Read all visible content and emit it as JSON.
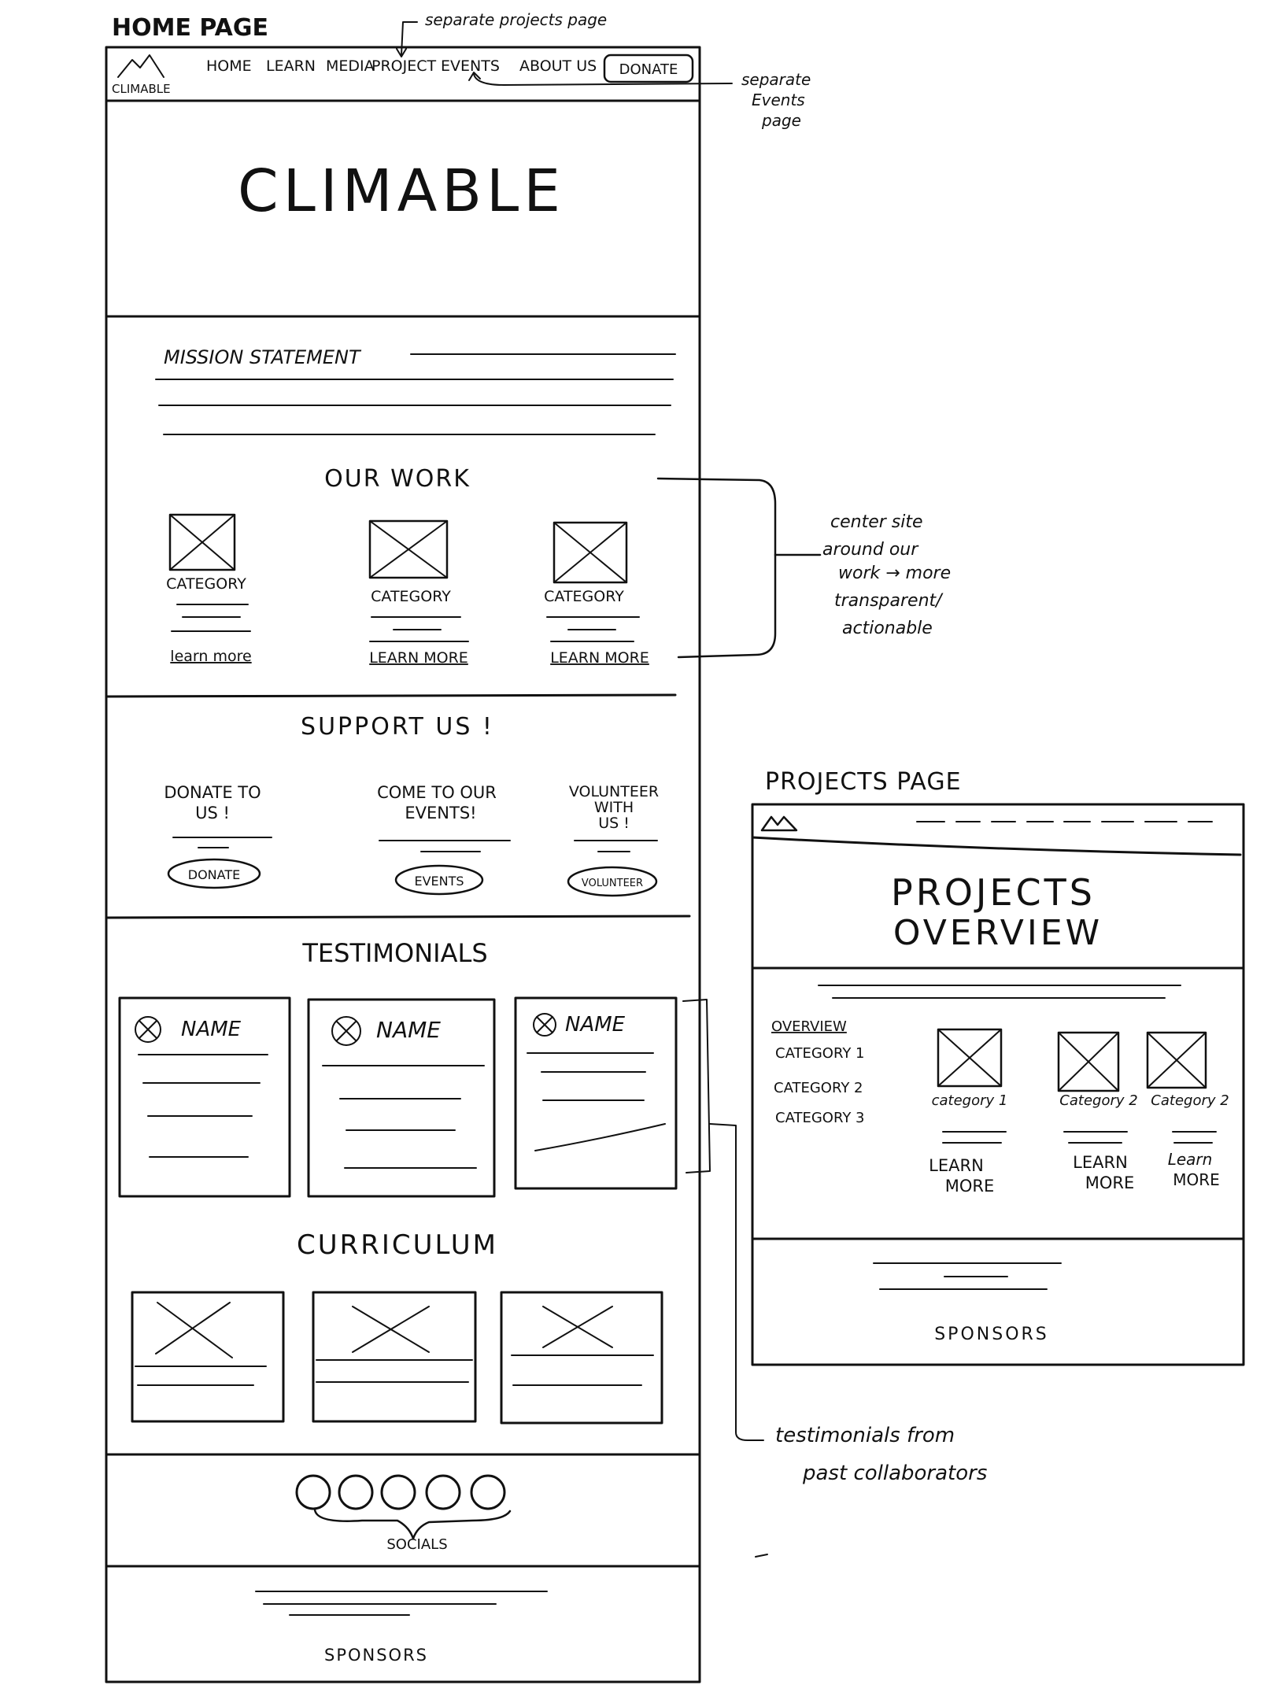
{
  "home": {
    "page_label": "HOME PAGE",
    "logo_text": "CLIMABLE",
    "nav": [
      "HOME",
      "LEARN",
      "MEDIA",
      "PROJECT",
      "EVENTS",
      "ABOUT US"
    ],
    "donate_button": "DONATE",
    "hero_title": "CLIMABLE",
    "mission_label": "MISSION STATEMENT",
    "our_work": {
      "title": "OUR WORK",
      "cards": [
        {
          "category": "CATEGORY",
          "link": "learn more"
        },
        {
          "category": "CATEGORY",
          "link": "LEARN MORE"
        },
        {
          "category": "CATEGORY",
          "link": "LEARN MORE"
        }
      ]
    },
    "support": {
      "title": "SUPPORT US !",
      "items": [
        {
          "line1": "DONATE TO",
          "line2": "US !",
          "line3": "",
          "button": "DONATE"
        },
        {
          "line1": "COME TO OUR",
          "line2": "EVENTS!",
          "line3": "",
          "button": "EVENTS"
        },
        {
          "line1": "VOLUNTEER",
          "line2": "WITH",
          "line3": "US !",
          "button": "VOLUNTEER"
        }
      ]
    },
    "testimonials": {
      "title": "TESTIMONIALS",
      "cards": [
        {
          "name": "NAME"
        },
        {
          "name": "NAME"
        },
        {
          "name": "NAME"
        }
      ]
    },
    "curriculum_title": "CURRICULUM",
    "socials_label": "SOCIALS",
    "sponsors_label": "SPONSORS"
  },
  "projects": {
    "page_label": "PROJECTS PAGE",
    "hero_line1": "PROJECTS",
    "hero_line2": "OVERVIEW",
    "sidebar": [
      "OVERVIEW",
      "CATEGORY 1",
      "CATEGORY 2",
      "CATEGORY 3"
    ],
    "cards": [
      {
        "category": "category 1",
        "link1": "LEARN",
        "link2": "MORE"
      },
      {
        "category": "Category 2",
        "link1": "LEARN",
        "link2": "MORE"
      },
      {
        "category": "Category 2",
        "link1": "Learn",
        "link2": "MORE"
      }
    ],
    "sponsors_label": "SPONSORS"
  },
  "annotations": {
    "projects_note": "separate projects page",
    "events_note": [
      "separate",
      "Events",
      "page"
    ],
    "our_work_note": [
      "center site",
      "around our",
      "work → more",
      "transparent/",
      "actionable"
    ],
    "testimonials_note": [
      "testimonials from",
      "past collaborators"
    ]
  }
}
